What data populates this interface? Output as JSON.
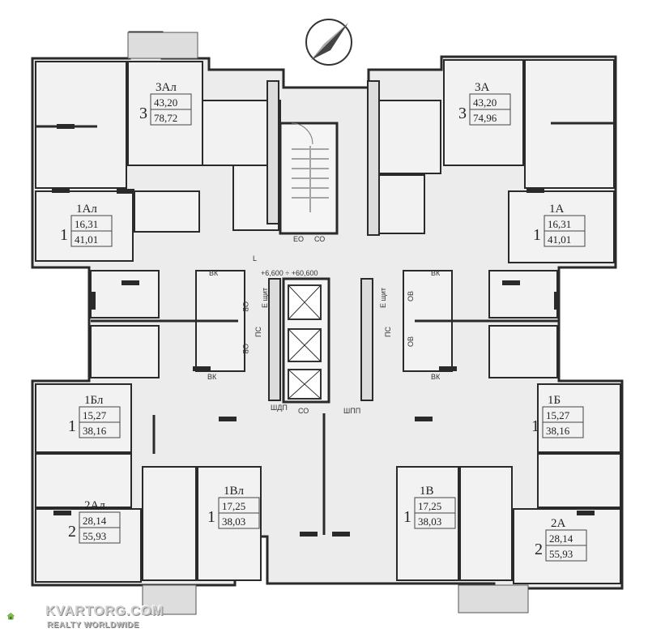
{
  "units": [
    {
      "id": "3Al",
      "name": "3Ал",
      "rooms": "3",
      "living": "43,20",
      "total": "78,72"
    },
    {
      "id": "3A",
      "name": "3А",
      "rooms": "3",
      "living": "43,20",
      "total": "74,96"
    },
    {
      "id": "1Al",
      "name": "1Ал",
      "rooms": "1",
      "living": "16,31",
      "total": "41,01"
    },
    {
      "id": "1A",
      "name": "1А",
      "rooms": "1",
      "living": "16,31",
      "total": "41,01"
    },
    {
      "id": "1Bl",
      "name": "1Бл",
      "rooms": "1",
      "living": "15,27",
      "total": "38,16"
    },
    {
      "id": "1B",
      "name": "1Б",
      "rooms": "1",
      "living": "15,27",
      "total": "38,16"
    },
    {
      "id": "1Vl",
      "name": "1Вл",
      "rooms": "1",
      "living": "17,25",
      "total": "38,03"
    },
    {
      "id": "1V",
      "name": "1В",
      "rooms": "1",
      "living": "17,25",
      "total": "38,03"
    },
    {
      "id": "2Al",
      "name": "2Ал",
      "rooms": "2",
      "living": "28,14",
      "total": "55,93"
    },
    {
      "id": "2A",
      "name": "2А",
      "rooms": "2",
      "living": "28,14",
      "total": "55,93"
    }
  ],
  "core": {
    "elevation": "+6,600 ÷ +60,600",
    "eo": "ЕО",
    "co": "СО",
    "shdp": "ШДП",
    "shpp": "ШПП",
    "pc": "ПС",
    "e_shit": "Е щит"
  },
  "labels": {
    "vk": "ВК",
    "ov": "ОВ",
    "L_mark": "L"
  },
  "watermark": {
    "title": "KVARTORG.COM",
    "subtitle": "REALTY WORLDWIDE"
  },
  "colors": {
    "wall": "#2a2a2a",
    "floor": "#e9e9e9",
    "room": "#f2f2f2",
    "corridor": "#ececec",
    "shaft": "#dcdcdc"
  }
}
